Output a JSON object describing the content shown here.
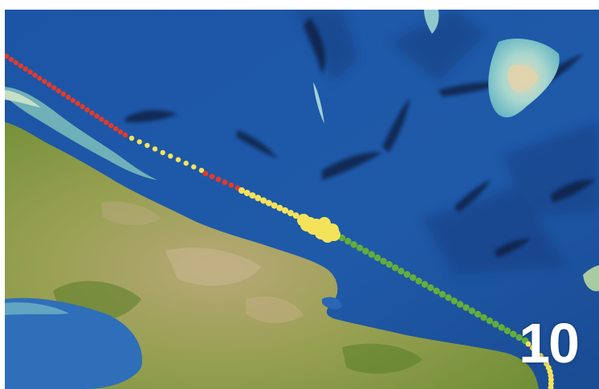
{
  "map": {
    "frame_number": "10",
    "colors": {
      "ocean_deep": "#1b4f9e",
      "ocean_mid": "#2a67b8",
      "shallow_water": "#7cc3c9",
      "land_green": "#7f9a3b",
      "land_tan": "#b6a76e",
      "track_red": "#e23a2b",
      "track_yellow": "#f4e35a",
      "track_green": "#63ad3d"
    },
    "track_segments": [
      {
        "category": "red"
      },
      {
        "category": "yellow"
      },
      {
        "category": "red"
      },
      {
        "category": "yellow"
      },
      {
        "category": "green"
      },
      {
        "category": "yellow"
      }
    ]
  }
}
